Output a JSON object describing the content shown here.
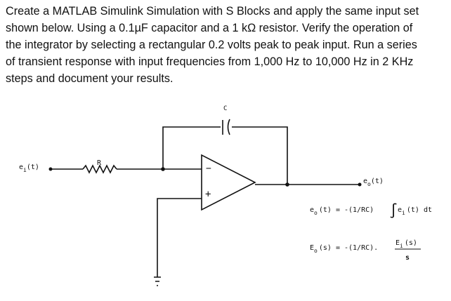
{
  "problem": {
    "lines": [
      "Create a MATLAB Simulink Simulation with S Blocks and apply the same input set",
      "shown below. Using a 0.1µF capacitor and a 1 kΩ resistor. Verify the operation of",
      "the integrator by selecting a rectangular 0.2 volts peak to peak input. Run a series",
      "of transient response with input frequencies from 1,000 Hz to 10,000 Hz in 2 KHz",
      "steps and document your results."
    ]
  },
  "circuit": {
    "capacitor_label": "C",
    "resistor_label": "R",
    "input_label": "e",
    "input_sub": "i",
    "input_tail": "(t)",
    "output_label": "e",
    "output_sub": "o",
    "output_tail": "(t)",
    "minus_sign": "−",
    "plus_sign": "+"
  },
  "equations": {
    "eq1_lhs": "e",
    "eq1_lhs_sub": "o",
    "eq1_mid": "(t) = -(1/RC)",
    "eq1_integral": "∫",
    "eq1_rhs": "e",
    "eq1_rhs_sub": "i",
    "eq1_tail": "(t) dt",
    "eq2_lhs": "E",
    "eq2_lhs_sub": "o",
    "eq2_mid": "(s) = -(1/RC).",
    "eq2_num": "E",
    "eq2_num_sub": "i",
    "eq2_num_tail": "(s)",
    "eq2_den": "s"
  }
}
